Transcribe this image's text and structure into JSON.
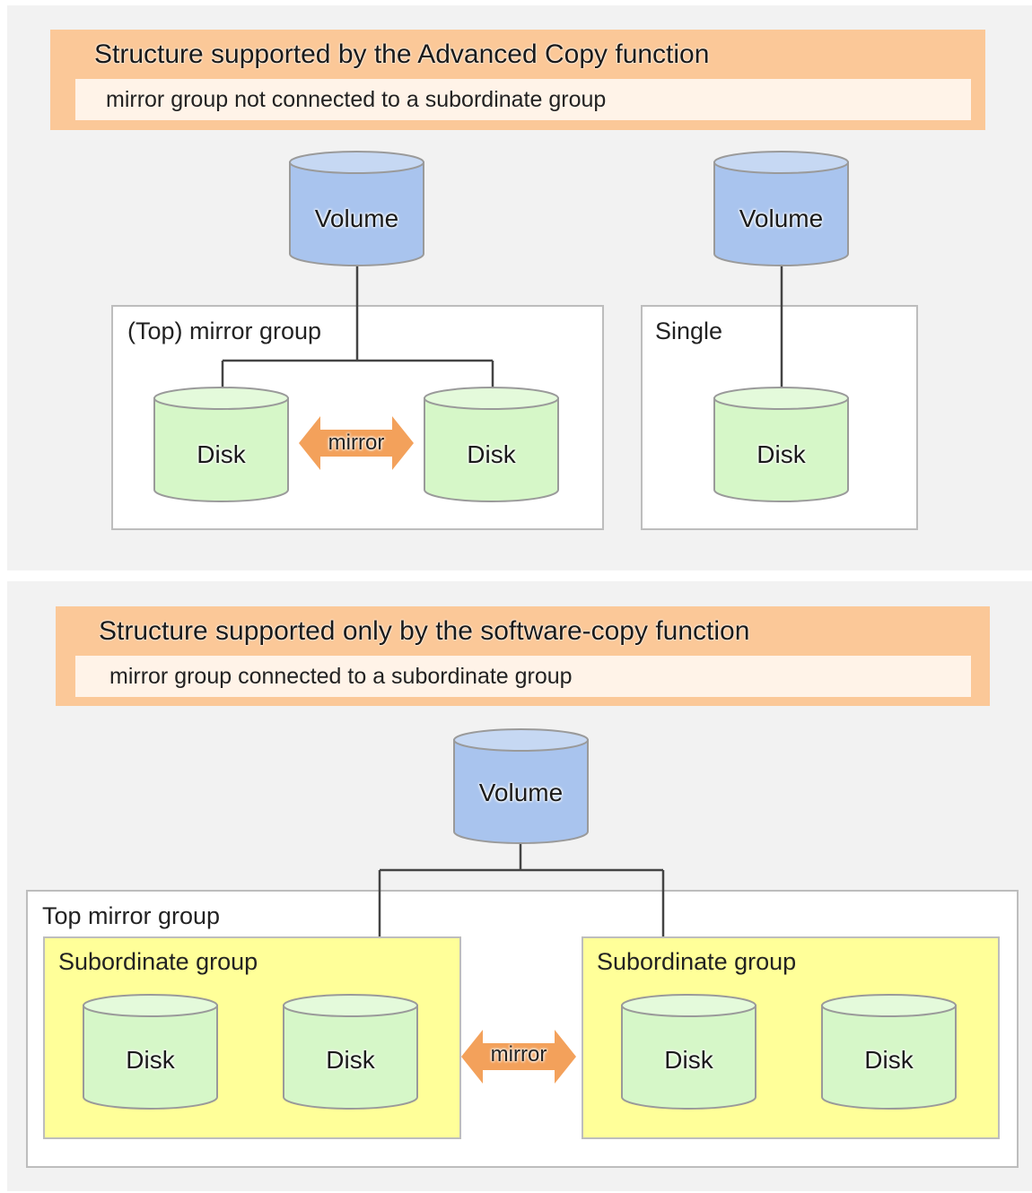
{
  "section_top": {
    "title": "Structure supported by the Advanced Copy function",
    "subtitle": "mirror group not connected to a subordinate group",
    "left_group": {
      "label": "(Top) mirror group",
      "volume": "Volume",
      "disk_left": "Disk",
      "disk_right": "Disk",
      "mirror": "mirror"
    },
    "right_group": {
      "label": "Single",
      "volume": "Volume",
      "disk": "Disk"
    }
  },
  "section_bottom": {
    "title": "Structure supported only by the software-copy function",
    "subtitle": "mirror group connected to a subordinate group",
    "volume": "Volume",
    "top_group_label": "Top mirror group",
    "left_sub": {
      "label": "Subordinate group",
      "disk_1": "Disk",
      "disk_2": "Disk"
    },
    "right_sub": {
      "label": "Subordinate group",
      "disk_1": "Disk",
      "disk_2": "Disk"
    },
    "mirror": "mirror"
  },
  "colors": {
    "volume_fill": "#a9c4ee",
    "volume_top": "#c6d8f3",
    "disk_fill": "#d6f7c8",
    "disk_top": "#e4fadb",
    "arrow": "#f3a15b",
    "header": "#fbc898",
    "subordinate": "#ffff99"
  }
}
